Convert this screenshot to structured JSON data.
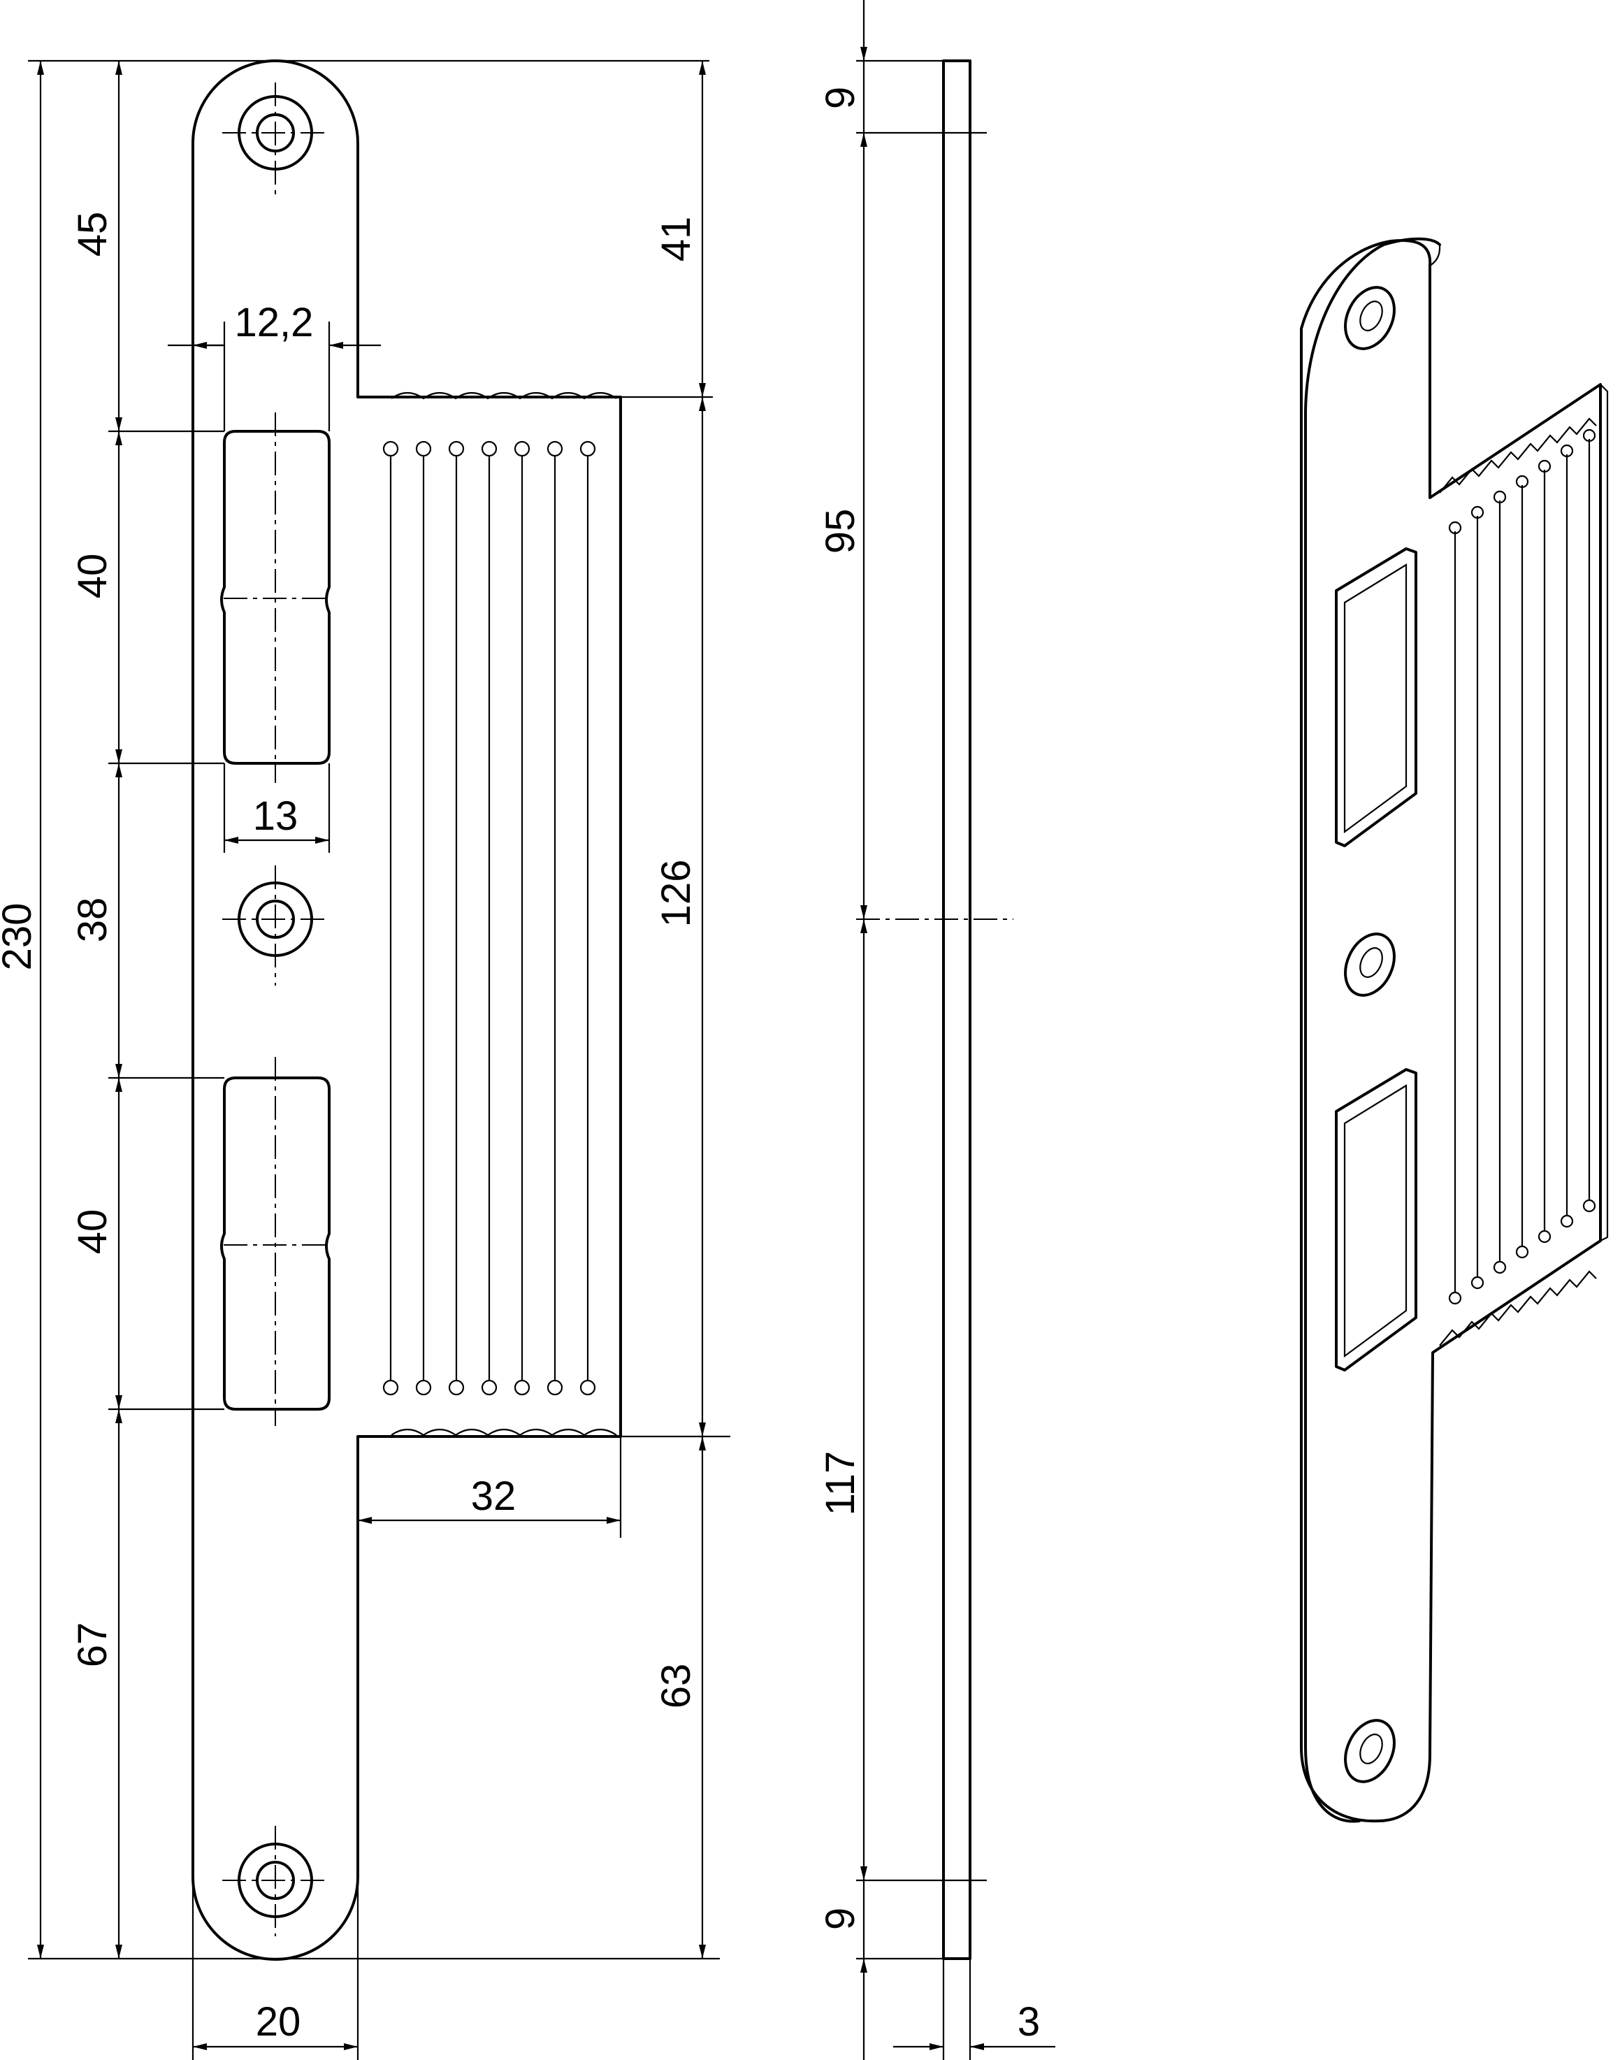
{
  "colors": {
    "line": "#000000",
    "background": "#ffffff"
  },
  "front_view": {
    "dimensions_left": {
      "overall_height": "230",
      "top_to_first_cutout": "45",
      "upper_cutout_height": "40",
      "between_cutouts": "38",
      "lower_cutout_height": "40",
      "lower_cutout_to_bottom": "67"
    },
    "dimensions_right": {
      "top_to_tongue": "41",
      "tongue_height": "126",
      "tongue_to_bottom": "63"
    },
    "dimensions_horizontal": {
      "cutout_offset": "12,2",
      "cutout_width": "13",
      "tongue_width": "32",
      "plate_width": "20"
    }
  },
  "side_view": {
    "dimensions": {
      "top_hole_offset": "9",
      "top_to_center": "95",
      "center_to_bottom_hole": "117",
      "bottom_hole_offset": "9",
      "thickness": "3"
    }
  },
  "perspective_view": {
    "icon": "strike-plate-isometric"
  }
}
